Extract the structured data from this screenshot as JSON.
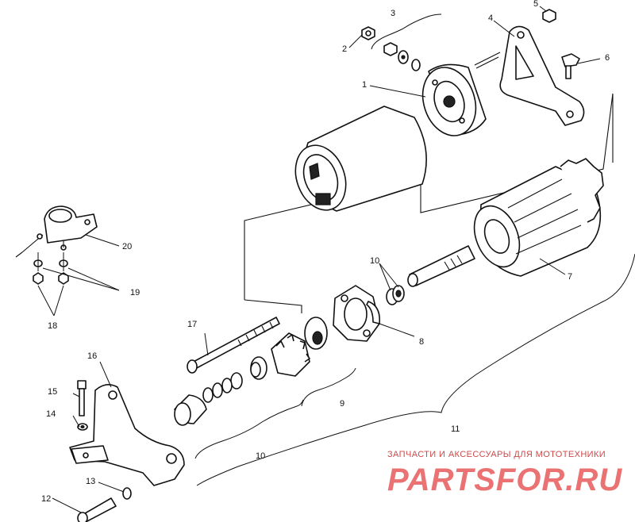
{
  "callouts": [
    "1",
    "2",
    "3",
    "4",
    "5",
    "6",
    "7",
    "8",
    "9",
    "10",
    "10",
    "11",
    "12",
    "13",
    "14",
    "15",
    "16",
    "17",
    "18",
    "19",
    "20"
  ],
  "watermark": {
    "tagline": "ЗАПЧАСТИ И АКСЕССУАРЫ ДЛЯ МОТОТЕХНИКИ",
    "brand": "PARTSFOR.RU",
    "color": "#e85a5a"
  }
}
